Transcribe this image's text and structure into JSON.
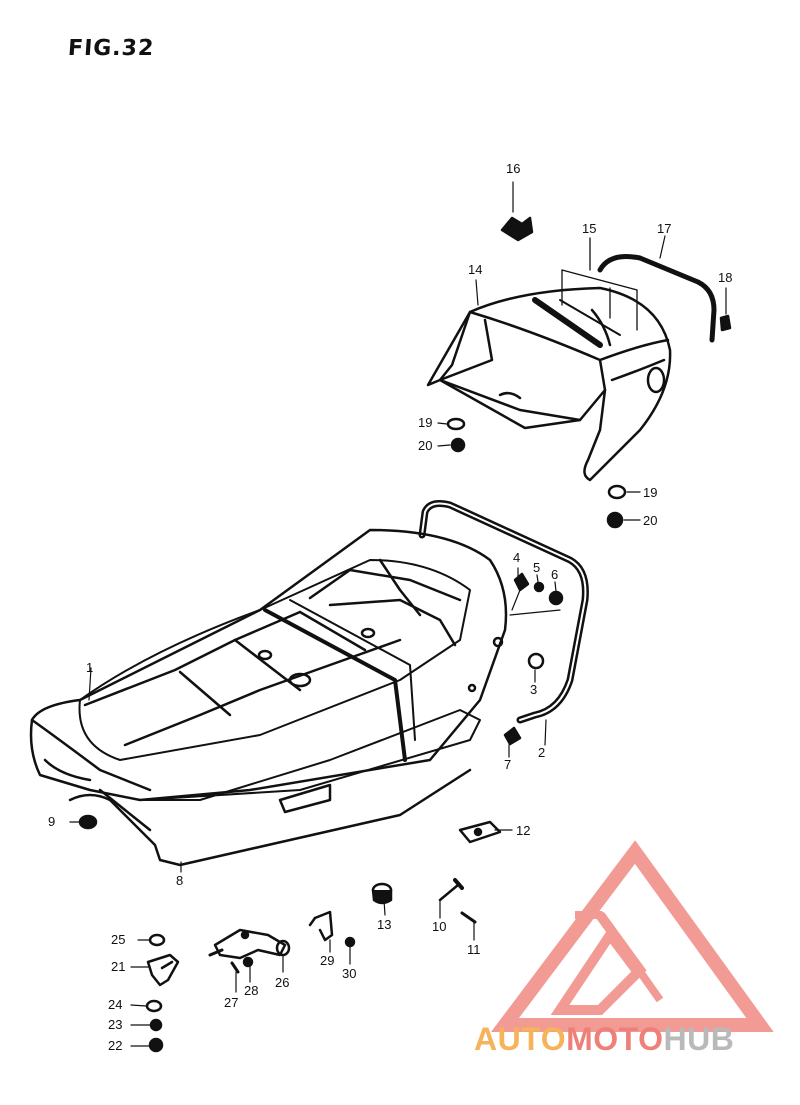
{
  "figure": {
    "title": "FIG.32"
  },
  "callouts": {
    "c1": "1",
    "c2": "2",
    "c3": "3",
    "c4": "4",
    "c5": "5",
    "c6": "6",
    "c7": "7",
    "c8": "8",
    "c9": "9",
    "c10": "10",
    "c11": "11",
    "c12": "12",
    "c13": "13",
    "c14": "14",
    "c15": "15",
    "c16": "16",
    "c17": "17",
    "c18": "18",
    "c19a": "19",
    "c20a": "20",
    "c19b": "19",
    "c20b": "20",
    "c21": "21",
    "c22": "22",
    "c23": "23",
    "c24": "24",
    "c25": "25",
    "c26": "26",
    "c27": "27",
    "c28": "28",
    "c29": "29",
    "c30": "30"
  },
  "watermark": {
    "part1": "AUTO",
    "part2": "MOTO",
    "part3": "HUB",
    "color_orange": "#f6b35a",
    "color_red": "#ee8079",
    "color_gray": "#b9b9b9"
  }
}
